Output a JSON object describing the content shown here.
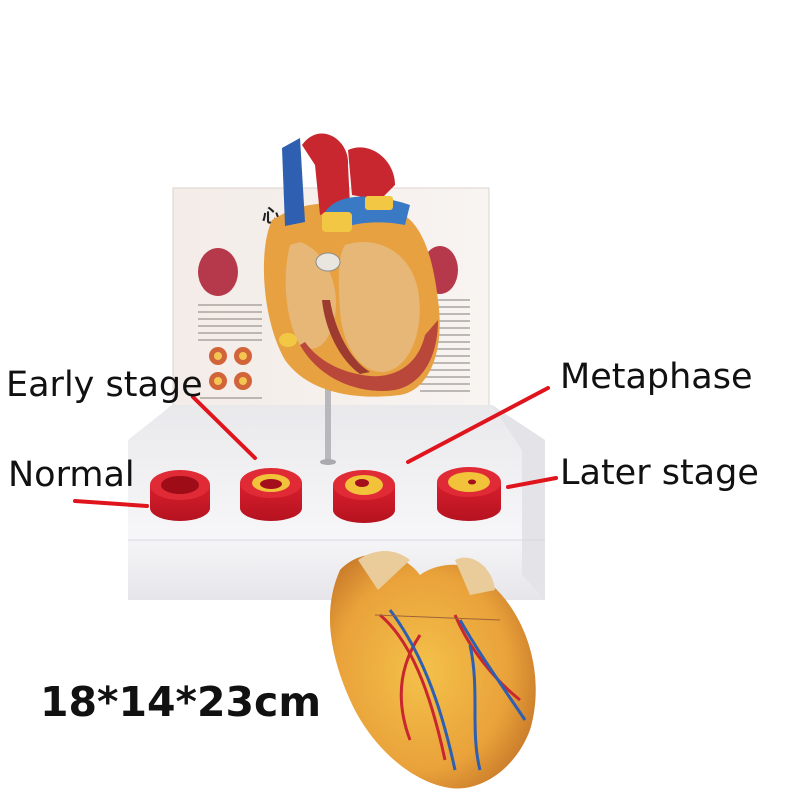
{
  "stage_labels": {
    "early": "Early stage",
    "normal": "Normal",
    "metaphase": "Metaphase",
    "later": "Later stage"
  },
  "dimensions": "18*14*23cm",
  "poster": {
    "title_char": "心"
  },
  "colors": {
    "pointer_line": "#e0141c",
    "artery_red": "#d41d2b",
    "plaque_yellow": "#f1c23a",
    "base_white": "#f4f4f6"
  }
}
